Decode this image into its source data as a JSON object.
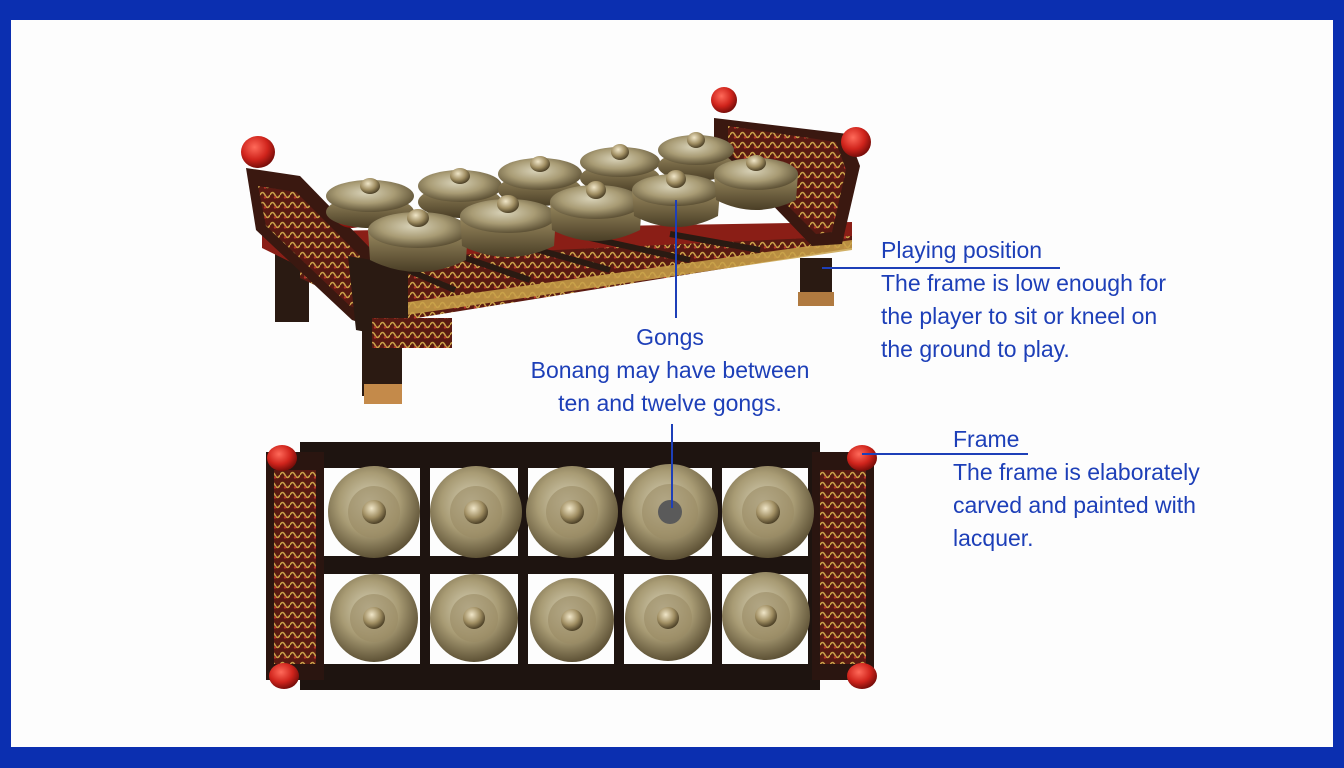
{
  "annotations": {
    "gongs": {
      "heading": "Gongs",
      "lines": [
        "Bonang may have between",
        "ten and twelve gongs."
      ]
    },
    "playing_position": {
      "heading": "Playing position",
      "lines": [
        "The frame is low enough for",
        "the player to sit or kneel on",
        "the ground to play."
      ]
    },
    "frame": {
      "heading": "Frame",
      "lines": [
        "The frame is elaborately",
        "carved and painted with",
        "lacquer."
      ]
    }
  },
  "colors": {
    "border": "#0b2fb0",
    "text": "#1d3fb8",
    "wood": "#2a1a12",
    "lacquer_red": "#a8241c",
    "gold_trim": "#c9a24a",
    "bronze": "#8c7a52",
    "knob_red": "#d0241c"
  },
  "illustrations": [
    "bonang-perspective-view",
    "bonang-top-view"
  ]
}
